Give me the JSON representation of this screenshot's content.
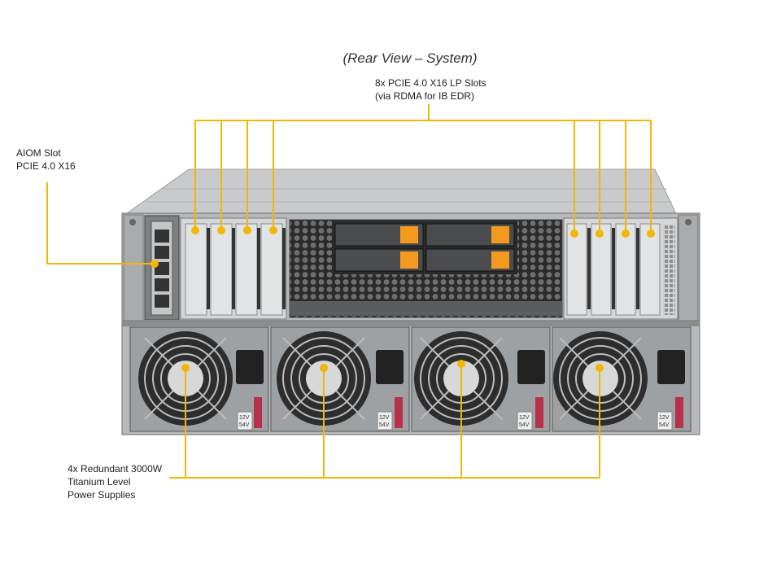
{
  "view_title": "(Rear View – System)",
  "callouts": {
    "pcie": {
      "line1": "8x PCIE 4.0 X16 LP Slots",
      "line2": "(via RDMA for IB EDR)"
    },
    "aiom": {
      "line1": "AIOM  Slot",
      "line2": "PCIE 4.0 X16"
    },
    "psu": {
      "line1": "4x Redundant 3000W",
      "line2": "Titanium Level",
      "line3": "Power Supplies"
    }
  },
  "psu_label": {
    "line1": "12V",
    "line2": "54V"
  },
  "colors": {
    "callout_line": "#f2b705",
    "chassis": "#b7b9bb",
    "drive_tab": "#f39a1e",
    "psu_face": "#9ea1a4",
    "fan_guard": "#3a3a3a"
  },
  "icons": [
    "pcie-slot-marker-icon",
    "drive-tab-icon",
    "fan-guard-icon",
    "power-socket-icon",
    "release-latch-icon"
  ]
}
